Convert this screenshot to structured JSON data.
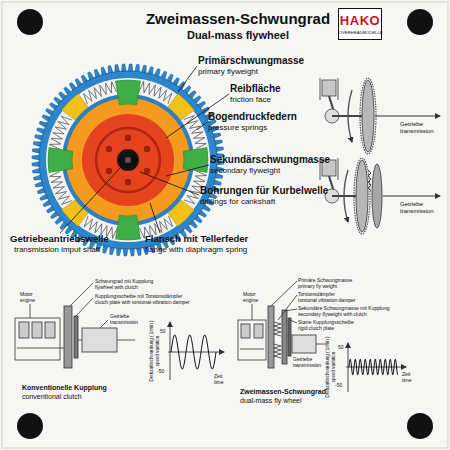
{
  "diagram": {
    "title": "Zweimassen-Schwungrad",
    "nodes": [
      {
        "text": [
          "HAKO",
          "OVERHEADMODELLE"
        ]
      }
    ],
    "labels": [
      "Dual-mass flywheel",
      "Primärschwungmasse",
      "primary flyweight",
      "Reibfläche",
      "friction face",
      "Bogendruckfedern",
      "pressure springs",
      "Sekundärschwungmasse",
      "secondary flyweight",
      "Bohrungen für Kurbelwelle",
      "drillings for cankshaft",
      "Getriebeantriebswelle",
      "transmission imput shaft",
      "Flansch mit Tellerfeder",
      "flange with diaphragm spring",
      "Getriebe",
      "transmission",
      "Getriebe",
      "transmission",
      "Schwungrad mit Kupplung",
      "flywheel with clutch",
      "Kupplungsscheibe mit Torsionsdämpfer",
      "clutch plate with torsional-vibration damper",
      "Motor",
      "engine",
      "Getriebe",
      "transmission",
      "Drehzahlschwankung ( 1/min )",
      "speed variation",
      "50",
      "-50",
      "Zeit",
      "time",
      "Konventionelle Kupplung",
      "conventional clutch",
      "Primäre Schwungmasse",
      "primary fly weight",
      "Torsionsdämpfer",
      "torsional vibration damper",
      "Sekundäre Schwungmasse mit Kupplung",
      "secondary flyweight with clutch",
      "Starre Kupplungsscheibe",
      "rigid clutch plate",
      "Motor",
      "engine",
      "Getriebe",
      "transmission",
      "Drehzahlschwankung ( 1/min )",
      "speed variation",
      "50",
      "-50",
      "Zeit",
      "time",
      "Zweimassen-Schwungrad",
      "dual-mass fly wheel"
    ]
  }
}
